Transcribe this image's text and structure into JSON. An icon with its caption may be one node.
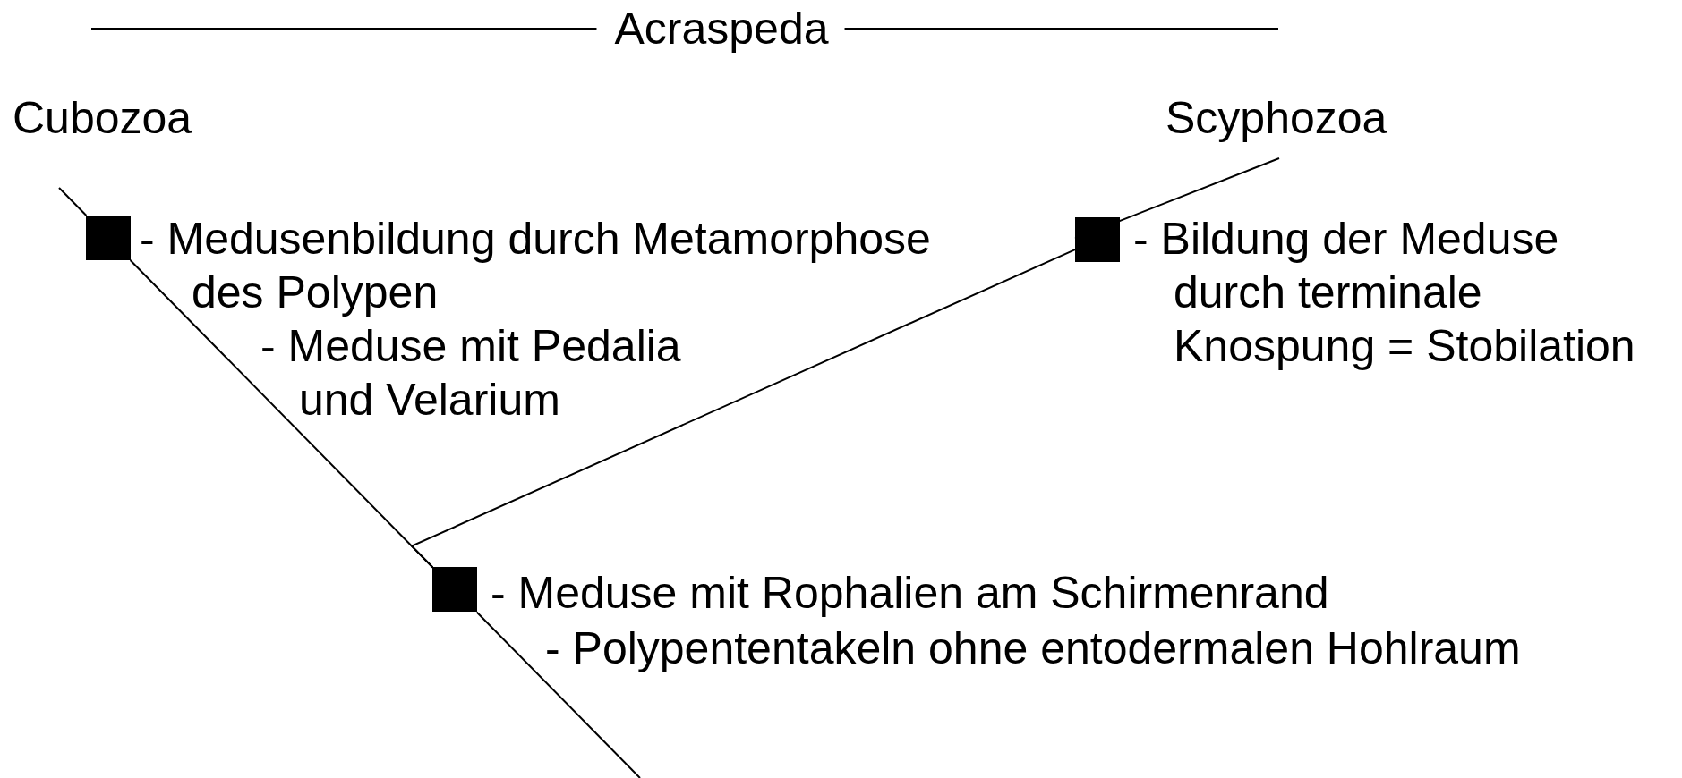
{
  "diagram": {
    "title": "Acraspeda",
    "nodes": [
      {
        "text": [
          "Cubozoa"
        ]
      },
      {
        "text": [
          "Scyphozoa"
        ]
      },
      {
        "text": [],
        "shape": "box",
        "beside": [
          "- Medusenbildung durch Metamorphose des Polypen",
          "- Meduse mit Pedalia und Velarium"
        ]
      },
      {
        "text": [],
        "shape": "box",
        "beside": [
          "- Bildung der Meduse durch terminale Knospung = Stobilation"
        ]
      },
      {
        "text": [],
        "shape": "box",
        "beside": [
          "- Meduse mit Rophalien am Schirmenrand",
          "- Polypententakeln ohne entodermalen Hohlraum"
        ]
      }
    ],
    "edges": [
      {
        "from": 0,
        "to": 2,
        "arrow": "none"
      },
      {
        "from": 2,
        "to": 4,
        "arrow": "none"
      },
      {
        "from": 1,
        "to": 3,
        "arrow": "none"
      },
      {
        "from": 3,
        "to": 4,
        "arrow": "none"
      },
      {
        "from": 4,
        "to": null,
        "arrow": "none"
      }
    ]
  }
}
